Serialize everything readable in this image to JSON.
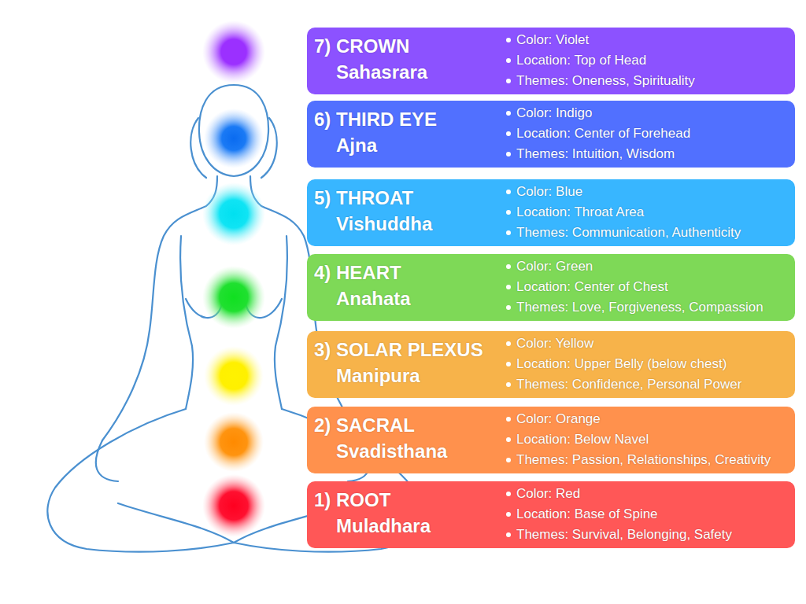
{
  "diagram": {
    "nodes": [
      {
        "text": [
          "7) CROWN",
          "Sahasrara",
          "Color: Violet",
          "Location: Top of Head",
          "Themes: Oneness, Spirituality"
        ]
      },
      {
        "text": [
          "6) THIRD EYE",
          "Ajna",
          "Color: Indigo",
          "Location: Center of Forehead",
          "Themes: Intuition, Wisdom"
        ]
      },
      {
        "text": [
          "5) THROAT",
          "Vishuddha",
          "Color: Blue",
          "Location: Throat Area",
          "Themes: Communication, Authenticity"
        ]
      },
      {
        "text": [
          "4) HEART",
          "Anahata",
          "Color: Green",
          "Location: Center of Chest",
          "Themes: Love, Forgiveness, Compassion"
        ]
      },
      {
        "text": [
          "3) SOLAR PLEXUS",
          "Manipura",
          "Color: Yellow",
          "Location: Upper Belly (below chest)",
          "Themes: Confidence, Personal Power"
        ]
      },
      {
        "text": [
          "2) SACRAL",
          "Svadisthana",
          "Color: Orange",
          "Location: Below Navel",
          "Themes: Passion, Relationships, Creativity"
        ]
      },
      {
        "text": [
          "1) ROOT",
          "Muladhara",
          "Color: Red",
          "Location: Base of Spine",
          "Themes: Survival, Belonging, Safety"
        ]
      }
    ]
  }
}
